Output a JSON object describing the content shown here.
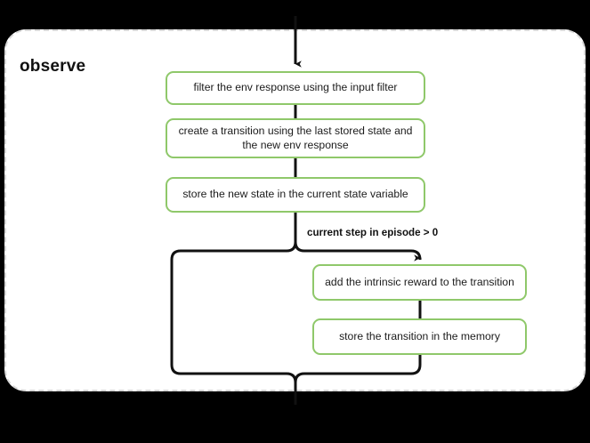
{
  "diagram": {
    "type": "flowchart",
    "title": "observe",
    "background_color": "#000000",
    "scope_background": "#ffffff",
    "node_border_color": "#8fc86a",
    "edge_color": "#111111",
    "scope_border_color": "#d8d8d8",
    "nodes": [
      {
        "id": "filter",
        "label": "filter the env response using the input filter"
      },
      {
        "id": "create",
        "label": "create a transition using the last stored state and the new env response"
      },
      {
        "id": "store_state",
        "label": "store the new state in the current state variable"
      },
      {
        "id": "intrinsic",
        "label": "add the intrinsic reward to the transition"
      },
      {
        "id": "store_mem",
        "label": "store the transition in the memory"
      }
    ],
    "edges": [
      {
        "from": "entry",
        "to": "filter",
        "label": ""
      },
      {
        "from": "filter",
        "to": "create",
        "label": ""
      },
      {
        "from": "create",
        "to": "store_state",
        "label": ""
      },
      {
        "from": "store_state",
        "to": "intrinsic",
        "label": "current step in episode > 0"
      },
      {
        "from": "intrinsic",
        "to": "store_mem",
        "label": ""
      },
      {
        "from": "store_mem",
        "to": "exit",
        "label": ""
      },
      {
        "from": "store_state",
        "to": "exit",
        "label": ""
      }
    ],
    "condition_label": "current step in episode > 0"
  }
}
